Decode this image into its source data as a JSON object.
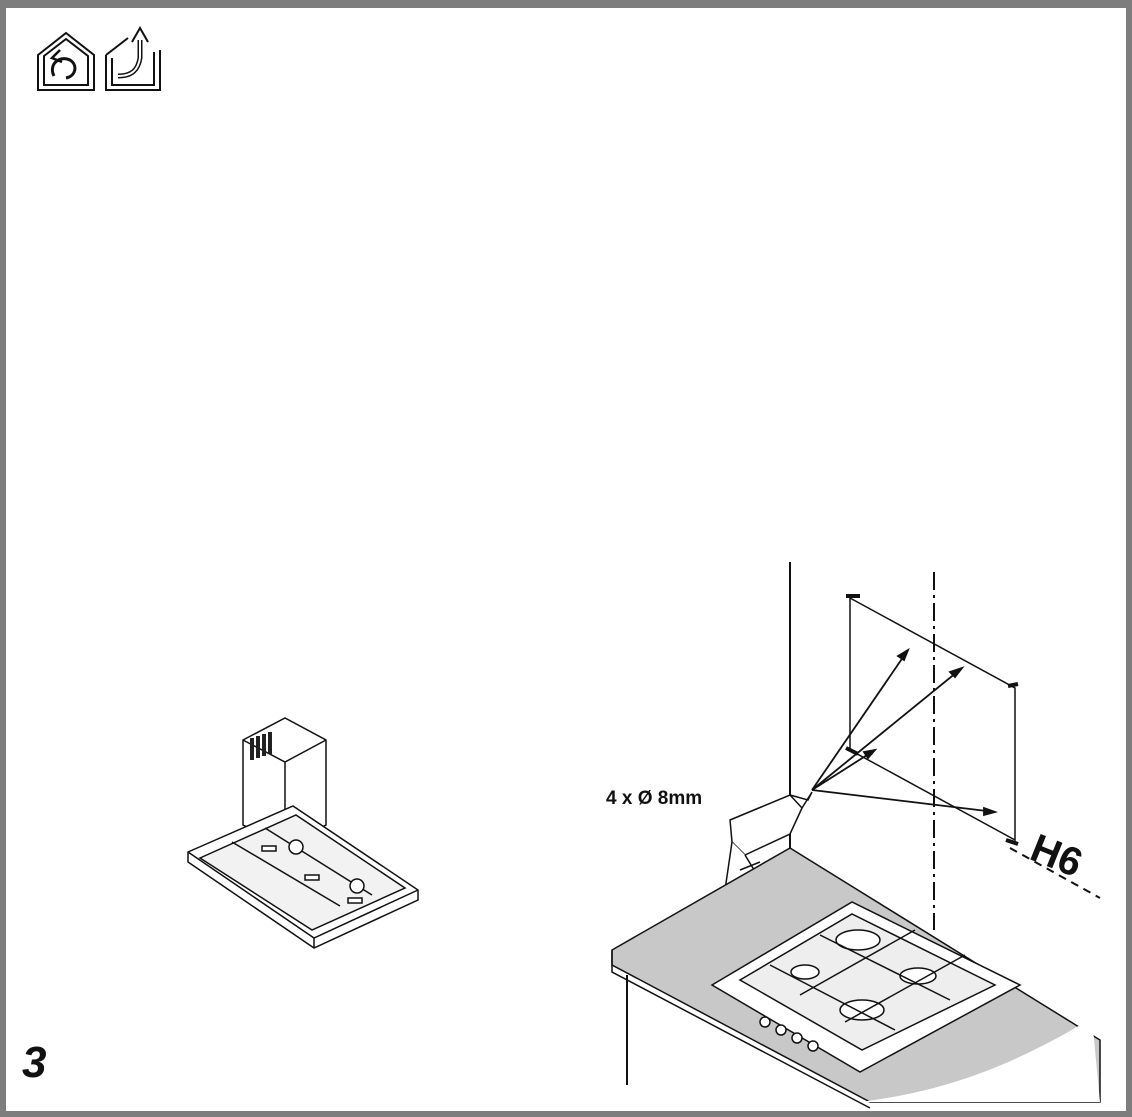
{
  "step": {
    "number": "3"
  },
  "icons": [
    {
      "name": "recirculation-mode-icon"
    },
    {
      "name": "ducted-exhaust-mode-icon"
    }
  ],
  "drill_callout": {
    "text": "4 x Ø 8mm"
  },
  "height_marker": {
    "text": "H6"
  }
}
